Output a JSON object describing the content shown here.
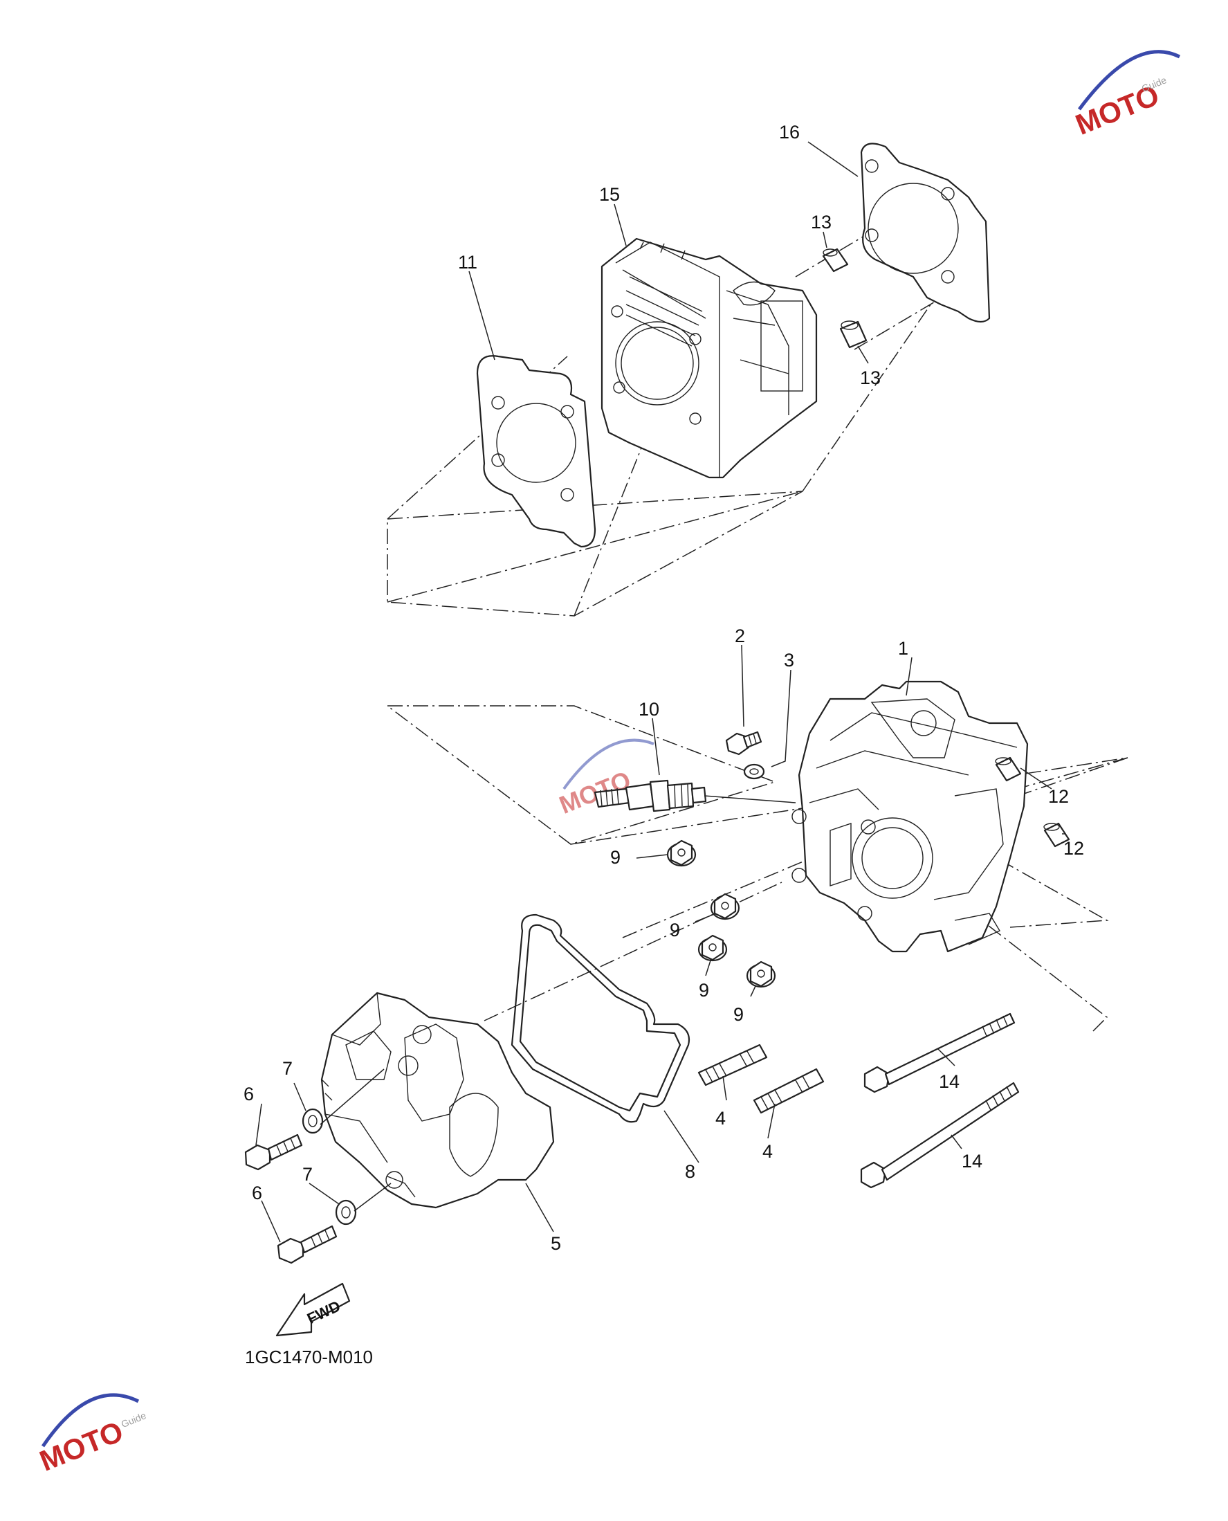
{
  "diagram": {
    "code": "1GC1470-M010",
    "fwd_label": "FWD",
    "watermark": {
      "text": "MOTO",
      "subtext": "Guide",
      "colors": [
        "#c62828",
        "#3949ab",
        "#9e9e9e"
      ]
    },
    "callouts": [
      {
        "id": "1",
        "label": "1"
      },
      {
        "id": "2",
        "label": "2"
      },
      {
        "id": "3",
        "label": "3"
      },
      {
        "id": "4a",
        "label": "4"
      },
      {
        "id": "4b",
        "label": "4"
      },
      {
        "id": "5",
        "label": "5"
      },
      {
        "id": "6a",
        "label": "6"
      },
      {
        "id": "6b",
        "label": "6"
      },
      {
        "id": "7a",
        "label": "7"
      },
      {
        "id": "7b",
        "label": "7"
      },
      {
        "id": "8",
        "label": "8"
      },
      {
        "id": "9a",
        "label": "9"
      },
      {
        "id": "9b",
        "label": "9"
      },
      {
        "id": "9c",
        "label": "9"
      },
      {
        "id": "9d",
        "label": "9"
      },
      {
        "id": "10",
        "label": "10"
      },
      {
        "id": "11",
        "label": "11"
      },
      {
        "id": "12a",
        "label": "12"
      },
      {
        "id": "12b",
        "label": "12"
      },
      {
        "id": "13a",
        "label": "13"
      },
      {
        "id": "13b",
        "label": "13"
      },
      {
        "id": "14a",
        "label": "14"
      },
      {
        "id": "14b",
        "label": "14"
      },
      {
        "id": "15",
        "label": "15"
      },
      {
        "id": "16",
        "label": "16"
      }
    ]
  }
}
